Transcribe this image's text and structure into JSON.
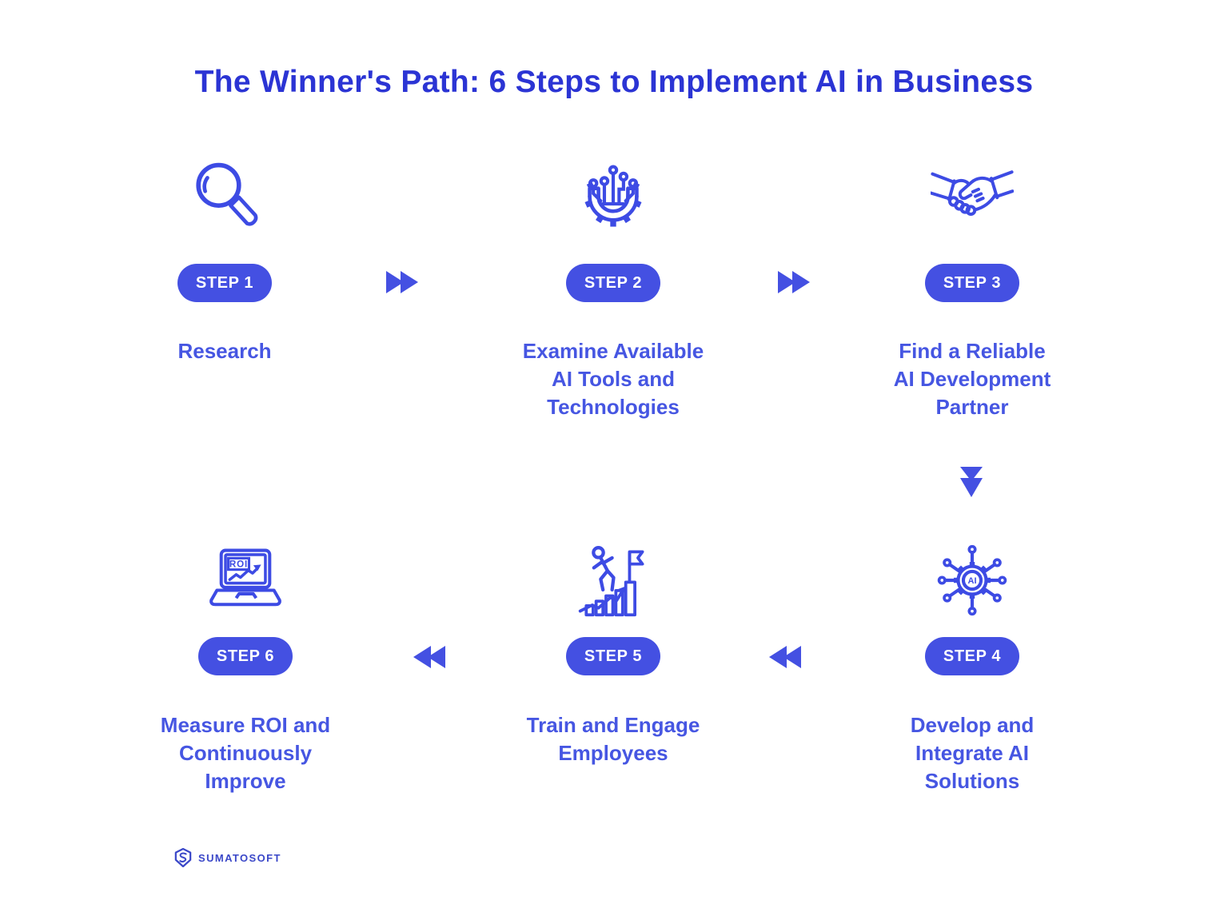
{
  "title": "The Winner's Path: 6 Steps to Implement AI in Business",
  "colors": {
    "background": "#ffffff",
    "title_text": "#2b34d4",
    "accent": "#4450e2",
    "label_text": "#4656e2",
    "icon_stroke": "#3d4be4",
    "badge_text": "#ffffff",
    "logo": "#3a47c8"
  },
  "steps": [
    {
      "badge": "STEP 1",
      "label": "Research",
      "lines": [
        "Research"
      ],
      "icon": "magnifying-glass-icon"
    },
    {
      "badge": "STEP 2",
      "label": "Examine Available AI Tools and Technologies",
      "lines": [
        "Examine Available",
        "AI Tools and",
        "Technologies"
      ],
      "icon": "gear-circuit-icon"
    },
    {
      "badge": "STEP 3",
      "label": "Find a Reliable AI Development Partner",
      "lines": [
        "Find a Reliable",
        "AI Development",
        "Partner"
      ],
      "icon": "handshake-icon"
    },
    {
      "badge": "STEP 4",
      "label": "Develop and Integrate AI Solutions",
      "lines": [
        "Develop and",
        "Integrate AI",
        "Solutions"
      ],
      "icon": "ai-network-gear-icon",
      "icon_text": "AI"
    },
    {
      "badge": "STEP 5",
      "label": "Train and Engage Employees",
      "lines": [
        "Train and Engage",
        "Employees"
      ],
      "icon": "career-growth-icon"
    },
    {
      "badge": "STEP 6",
      "label": "Measure ROI and Continuously Improve",
      "lines": [
        "Measure ROI and",
        "Continuously",
        "Improve"
      ],
      "icon": "roi-laptop-icon",
      "icon_text": "ROI"
    }
  ],
  "arrows": [
    {
      "name": "arrow-step1-step2",
      "type": "fast-forward-right"
    },
    {
      "name": "arrow-step2-step3",
      "type": "fast-forward-right"
    },
    {
      "name": "arrow-step3-step4",
      "type": "fast-forward-down"
    },
    {
      "name": "arrow-step4-step5",
      "type": "fast-forward-left"
    },
    {
      "name": "arrow-step5-step6",
      "type": "fast-forward-left"
    }
  ],
  "footer": {
    "brand": "SUMATOSOFT"
  }
}
